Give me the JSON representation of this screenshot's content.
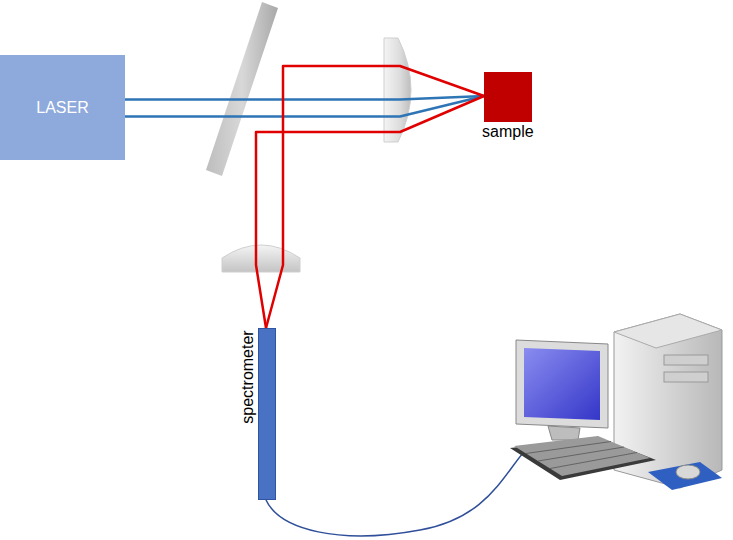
{
  "diagram": {
    "nodes": [
      {
        "text": [
          "LASER"
        ]
      },
      {
        "text": [
          "sample"
        ]
      },
      {
        "text": [
          "spectrometer"
        ]
      }
    ],
    "edges": [
      {
        "from": 0,
        "to": 1,
        "arrow": "none"
      },
      {
        "from": 1,
        "to": 2,
        "arrow": "none"
      }
    ]
  }
}
